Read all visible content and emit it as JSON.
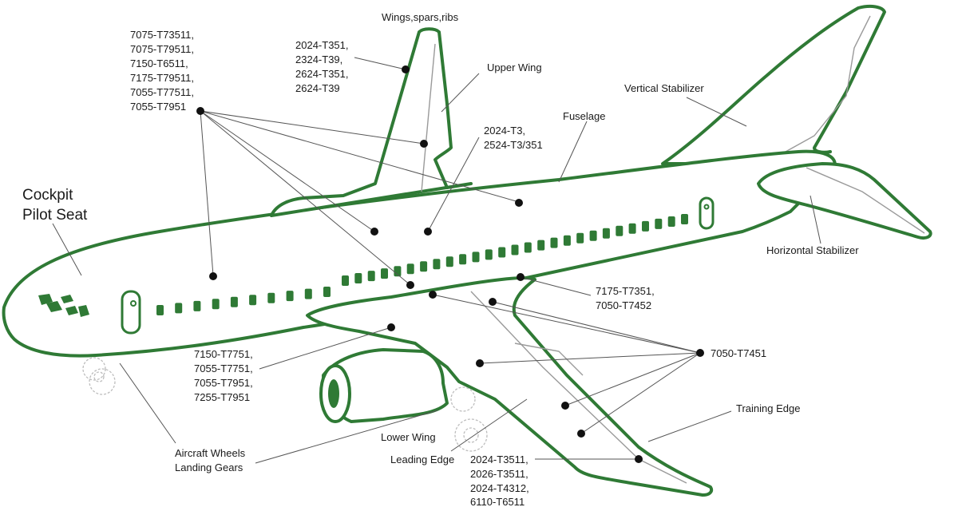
{
  "colors": {
    "outline": "#2f7a35",
    "window": "#2f7a35",
    "leader": "#555555",
    "inner": "#9a9a9a"
  },
  "labels": {
    "cockpit": [
      "Cockpit",
      "Pilot Seat"
    ],
    "wings_spars_ribs": "Wings,spars,ribs",
    "upper_wing": "Upper Wing",
    "fuselage": "Fuselage",
    "vertical_stabilizer": "Vertical Stabilizer",
    "horizontal_stabilizer": "Horizontal Stabilizer",
    "training_edge": "Training Edge",
    "leading_edge": "Leading Edge",
    "lower_wing": "Lower Wing",
    "landing_gears": [
      "Aircraft Wheels",
      "Landing Gears"
    ]
  },
  "alloys": {
    "upper_left_group": [
      "7075-T73511,",
      "7075-T79511,",
      "7150-T6511,",
      "7175-T79511,",
      "7055-T77511,",
      "7055-T7951"
    ],
    "wing_group": [
      "2024-T351,",
      "2324-T39,",
      "2624-T351,",
      "2624-T39"
    ],
    "fuselage_group": [
      "2024-T3,",
      "2524-T3/351"
    ],
    "center_right_group": [
      "7175-T7351,",
      "7050-T7452"
    ],
    "right_group": [
      "7050-T7451"
    ],
    "lower_left_group": [
      "7150-T7751,",
      "7055-T7751,",
      "7055-T7951,",
      "7255-T7951"
    ],
    "bottom_group": [
      "2024-T3511,",
      "2026-T3511,",
      "2024-T4312,",
      "6110-T6511"
    ]
  }
}
